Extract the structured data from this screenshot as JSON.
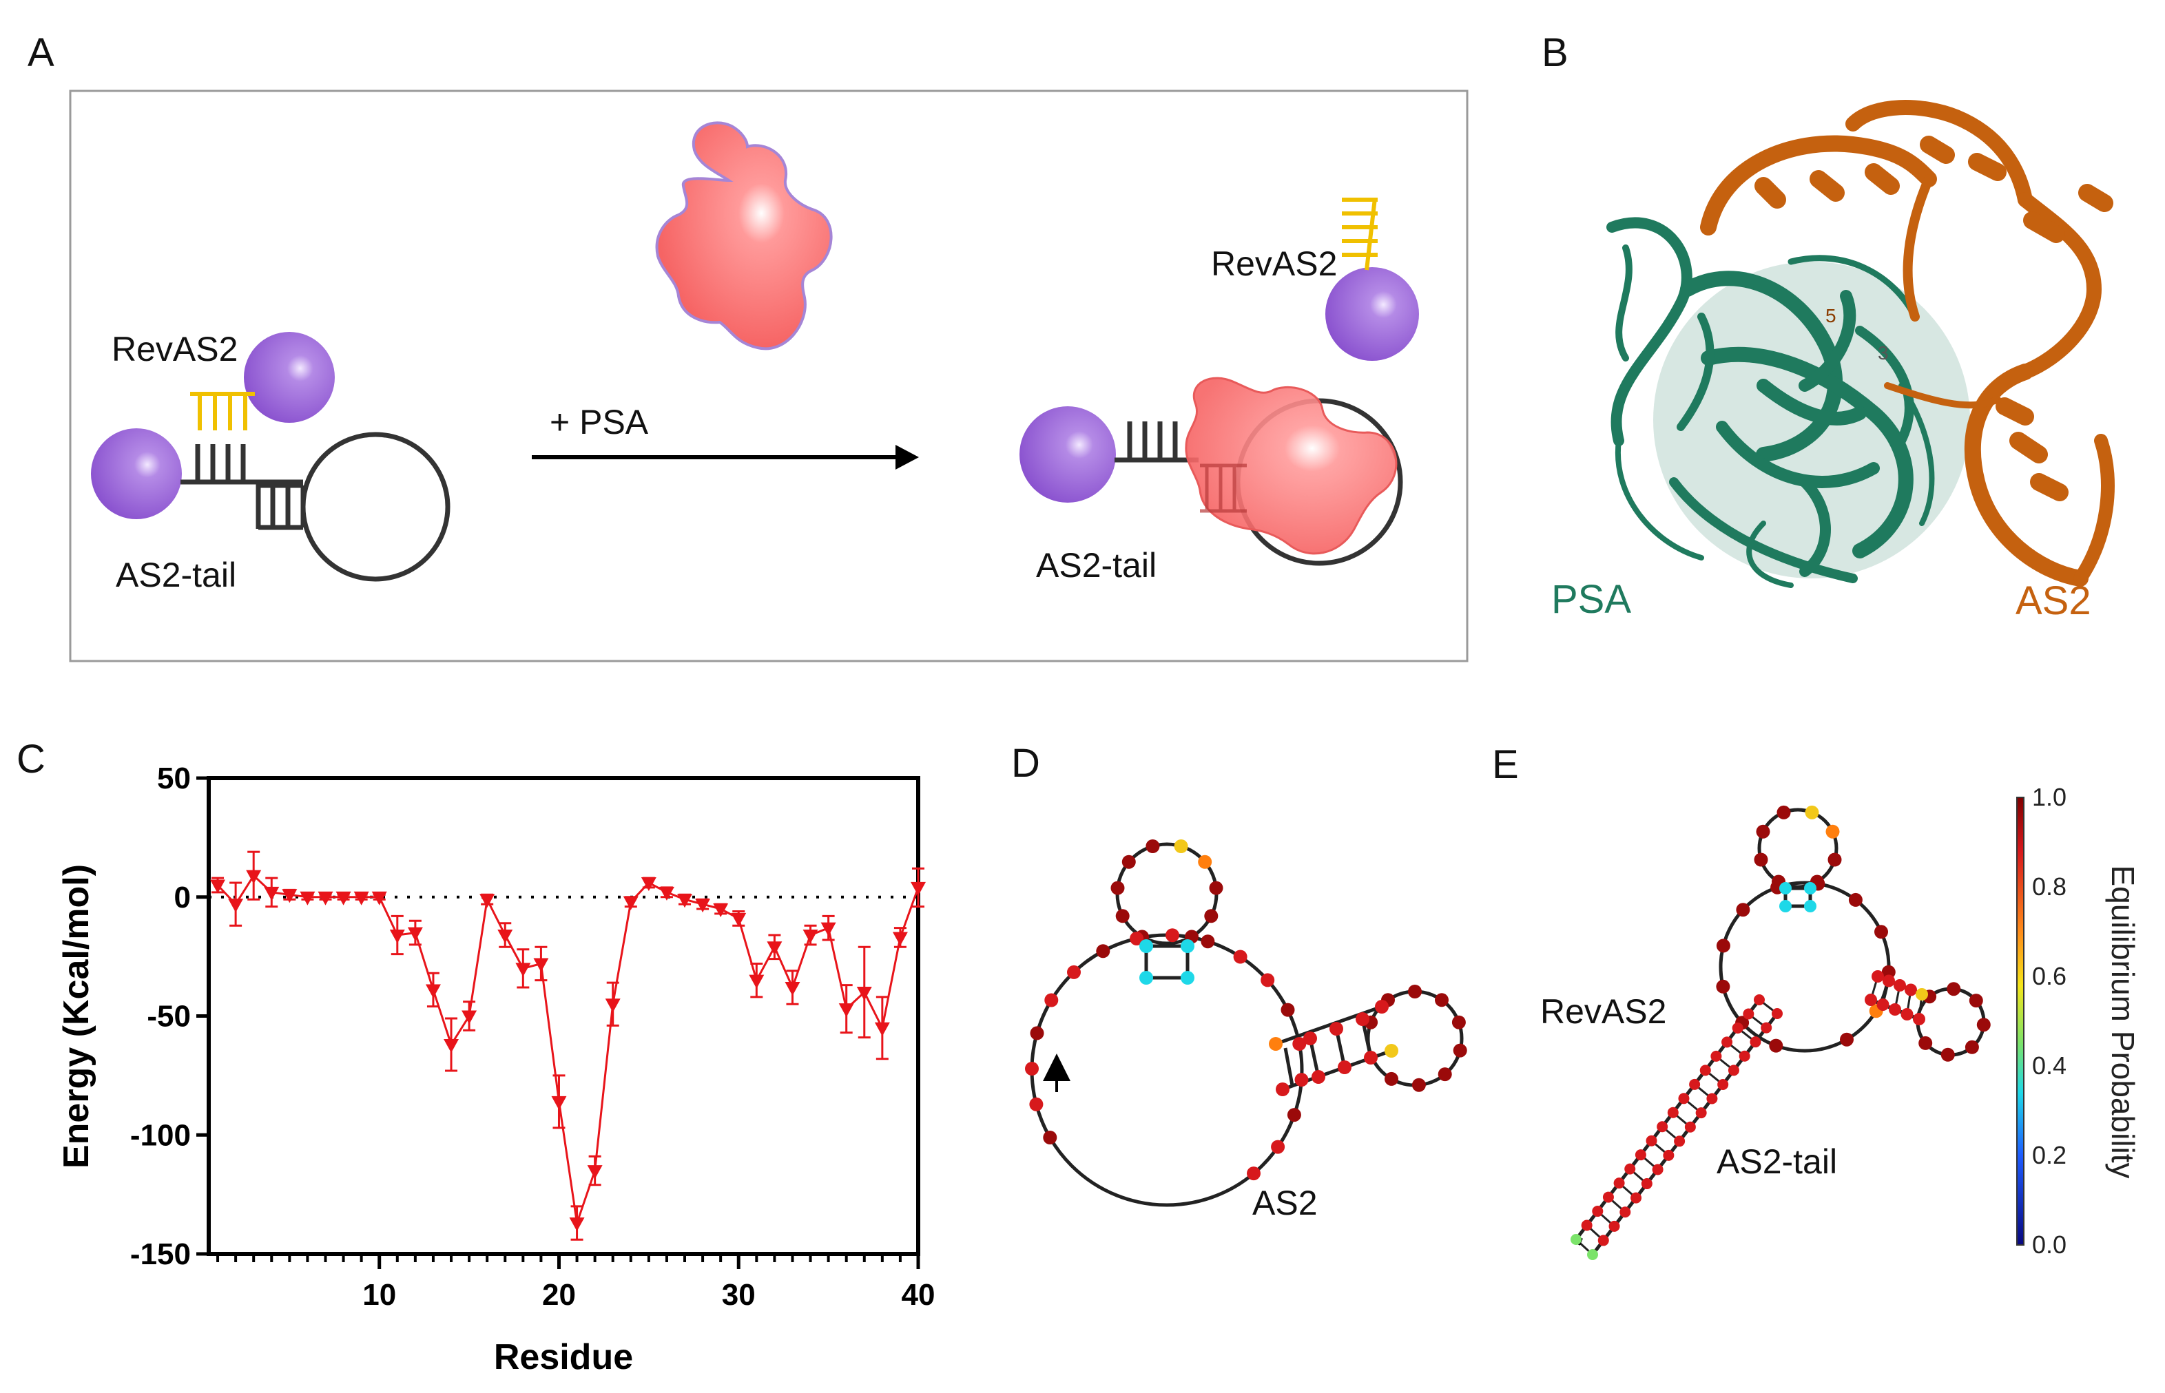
{
  "panels": {
    "a": {
      "letter": "A",
      "left_revas2": "RevAS2",
      "left_tail": "AS2-tail",
      "arrow_label": "+ PSA",
      "right_revas2": "RevAS2",
      "right_tail": "AS2-tail"
    },
    "b": {
      "letter": "B",
      "psa": "PSA",
      "as2": "AS2",
      "num5": "5",
      "num3": "3",
      "colors": {
        "psa": "#1f7a5e",
        "as2": "#c5610f"
      }
    },
    "c": {
      "letter": "C"
    },
    "d": {
      "letter": "D",
      "label": "AS2"
    },
    "e": {
      "letter": "E",
      "revas2": "RevAS2",
      "tail": "AS2-tail",
      "colorbar_title": "Equilibrium Probability",
      "colorbar_ticks": [
        "1.0",
        "0.8",
        "0.6",
        "0.4",
        "0.2",
        "0.0"
      ]
    }
  },
  "chart_data": {
    "type": "line",
    "xlabel": "Residue",
    "ylabel": "Energy (Kcal/mol)",
    "xlim": [
      0.5,
      40
    ],
    "ylim": [
      -150,
      50
    ],
    "x_ticks": [
      10,
      20,
      30,
      40
    ],
    "y_ticks": [
      50,
      0,
      -50,
      -100,
      -150
    ],
    "zero_line": true,
    "color": "#e8141a",
    "series": [
      {
        "x": [
          1,
          2,
          3,
          4,
          5,
          6,
          7,
          8,
          9,
          10,
          11,
          12,
          13,
          14,
          15,
          16,
          17,
          18,
          19,
          20,
          21,
          22,
          23,
          24,
          25,
          26,
          27,
          28,
          29,
          30,
          31,
          32,
          33,
          34,
          35,
          36,
          37,
          38,
          39,
          40
        ],
        "values": [
          5,
          -3,
          9,
          2,
          1,
          0,
          0,
          0,
          0,
          0,
          -16,
          -15,
          -39,
          -62,
          -50,
          -1,
          -16,
          -30,
          -28,
          -86,
          -137,
          -115,
          -45,
          -2,
          6,
          2,
          -1,
          -3,
          -5,
          -9,
          -35,
          -21,
          -38,
          -16,
          -13,
          -47,
          -40,
          -55,
          -17,
          4
        ],
        "errors": [
          3,
          9,
          10,
          6,
          2,
          1,
          1,
          1,
          1,
          1,
          8,
          5,
          7,
          11,
          6,
          2,
          5,
          8,
          7,
          11,
          7,
          6,
          9,
          2,
          2,
          2,
          2,
          2,
          2,
          3,
          7,
          5,
          7,
          4,
          5,
          10,
          19,
          13,
          4,
          8
        ]
      }
    ]
  }
}
